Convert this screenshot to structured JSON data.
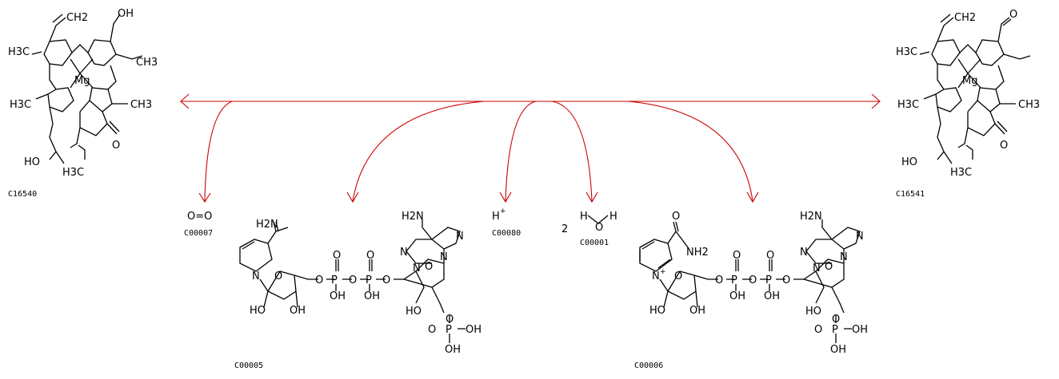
{
  "colors": {
    "arrow": "#cc0000",
    "ink": "#000000",
    "background": "#ffffff"
  },
  "compounds": {
    "substrate": {
      "id": "C16540"
    },
    "product": {
      "id": "C16541"
    },
    "oxygen": {
      "id": "C00007",
      "formula": "O=O"
    },
    "nadph": {
      "id": "C00005"
    },
    "proton": {
      "id": "C00080",
      "symbol": "H",
      "charge": "+"
    },
    "water": {
      "id": "C00001",
      "coefficient": "2",
      "h": "H",
      "o": "O"
    },
    "nadp": {
      "id": "C00006"
    }
  },
  "atoms": {
    "mg": "Mg",
    "n": "N",
    "o": "O",
    "p": "P",
    "oh": "OH",
    "ho": "HO",
    "h3c": "H3C",
    "ch3": "CH3",
    "ch2": "CH2",
    "h2n": "H2N",
    "nh2": "NH2",
    "plus": "+"
  }
}
